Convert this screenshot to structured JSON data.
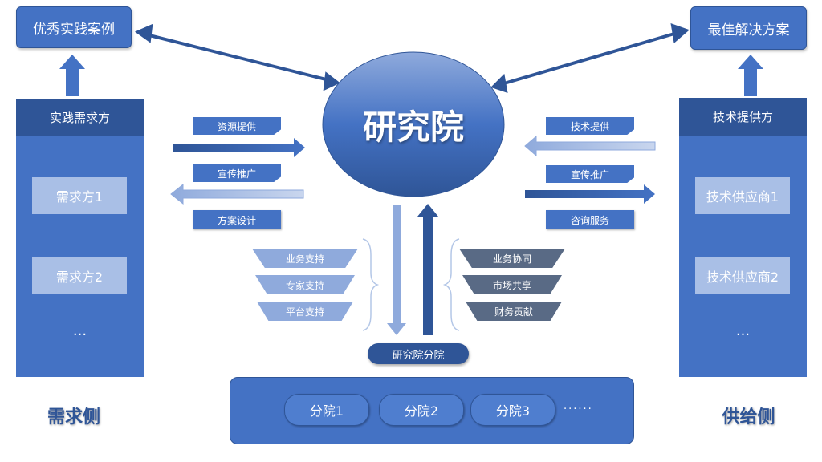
{
  "top_left_box": "优秀实践案例",
  "top_right_box": "最佳解决方案",
  "center": "研究院",
  "demand_panel": {
    "header": "实践需求方",
    "items": [
      "需求方1",
      "需求方2"
    ],
    "ellipsis": "..."
  },
  "supply_panel": {
    "header": "技术提供方",
    "items": [
      "技术供应商1",
      "技术供应商2"
    ],
    "ellipsis": "..."
  },
  "left_flows": [
    "资源提供",
    "宣传推广",
    "方案设计"
  ],
  "right_flows": [
    "技术提供",
    "宣传推广",
    "咨询服务"
  ],
  "left_supports": [
    "业务支持",
    "专家支持",
    "平台支持"
  ],
  "right_supports": [
    "业务协同",
    "市场共享",
    "财务贡献"
  ],
  "branch_label": "研究院分院",
  "branches": [
    "分院1",
    "分院2",
    "分院3"
  ],
  "branches_more": "......",
  "side_labels": {
    "demand": "需求侧",
    "supply": "供给侧"
  },
  "colors": {
    "primary": "#4472c4",
    "dark": "#2f5597",
    "light": "#8faadc",
    "item": "#a9bfe6"
  }
}
